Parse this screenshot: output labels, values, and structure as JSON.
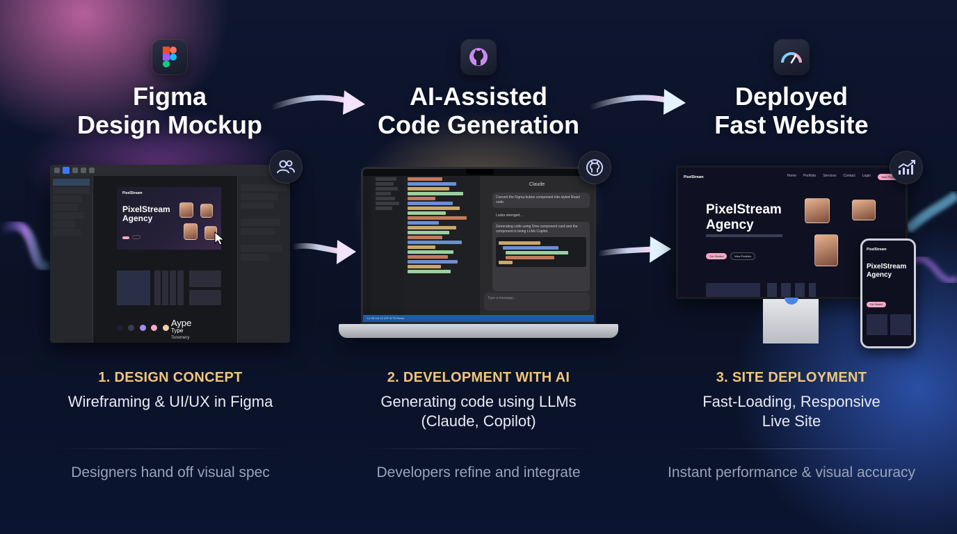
{
  "columns": [
    {
      "heading_line1": "Figma",
      "heading_line2": "Design Mockup",
      "step": "1. DESIGN CONCEPT",
      "sub_line1": "Wireframing & UI/UX in Figma",
      "sub_line2": "",
      "footer": "Designers hand off visual spec",
      "top_icon": "figma-logo-icon",
      "badge_icon": "users-icon"
    },
    {
      "heading_line1": "AI-Assisted",
      "heading_line2": "Code Generation",
      "step": "2. DEVELOPMENT WITH AI",
      "sub_line1": "Generating code using LLMs",
      "sub_line2": "(Claude, Copilot)",
      "footer": "Developers refine and integrate",
      "top_icon": "github-logo-icon",
      "badge_icon": "github-logo-icon"
    },
    {
      "heading_line1": "Deployed",
      "heading_line2": "Fast Website",
      "step": "3. SITE DEPLOYMENT",
      "sub_line1": "Fast-Loading, Responsive",
      "sub_line2": "Live Site",
      "footer": "Instant performance & visual accuracy",
      "top_icon": "speedometer-icon",
      "badge_icon": "trending-chart-icon"
    }
  ],
  "mockup": {
    "brand": "PixelStream",
    "hero_line1": "PixelStream",
    "hero_line2": "Agency",
    "font_sample": "Aype",
    "font_sample2": "Type",
    "font_sample3": "Tonomery"
  },
  "ide": {
    "chat_title": "Claude",
    "prompt": "Convert the Figma button component into styled React code.",
    "reply_short": "Looks strenged...",
    "reply": "Generating code using Dme component card and the component is being LLMs Copilot.",
    "input_placeholder": "Type a message...",
    "status": "Ln 48 Col 12  UTF-8  TS React"
  },
  "site": {
    "brand": "PixelStream",
    "nav": [
      "Home",
      "Portfolio",
      "Services",
      "Contact"
    ],
    "login": "Login",
    "cta": "Start Project",
    "hero_line1": "PixelStream",
    "hero_line2": "Agency",
    "primary_btn": "Get Started",
    "secondary_btn": "View Portfolio"
  },
  "colors": {
    "accent_gold": "#f1c57a",
    "accent_pink": "#f5a8c6",
    "footer_gray": "#9aa3b8"
  }
}
